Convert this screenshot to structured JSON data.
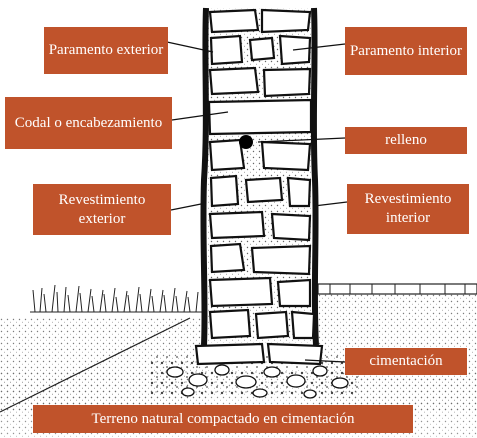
{
  "colors": {
    "label_bg": "#c0532b",
    "label_text": "#ffffff",
    "ink": "#111111"
  },
  "labels": {
    "paramento_exterior": "Paramento exterior",
    "paramento_interior": "Paramento interior",
    "codal": "Codal o encabezamiento",
    "relleno": "relleno",
    "revestimiento_exterior": "Revestimiento exterior",
    "revestimiento_interior": "Revestimiento interior",
    "cimentacion": "cimentación",
    "terreno": "Terreno natural compactado en cimentación"
  }
}
